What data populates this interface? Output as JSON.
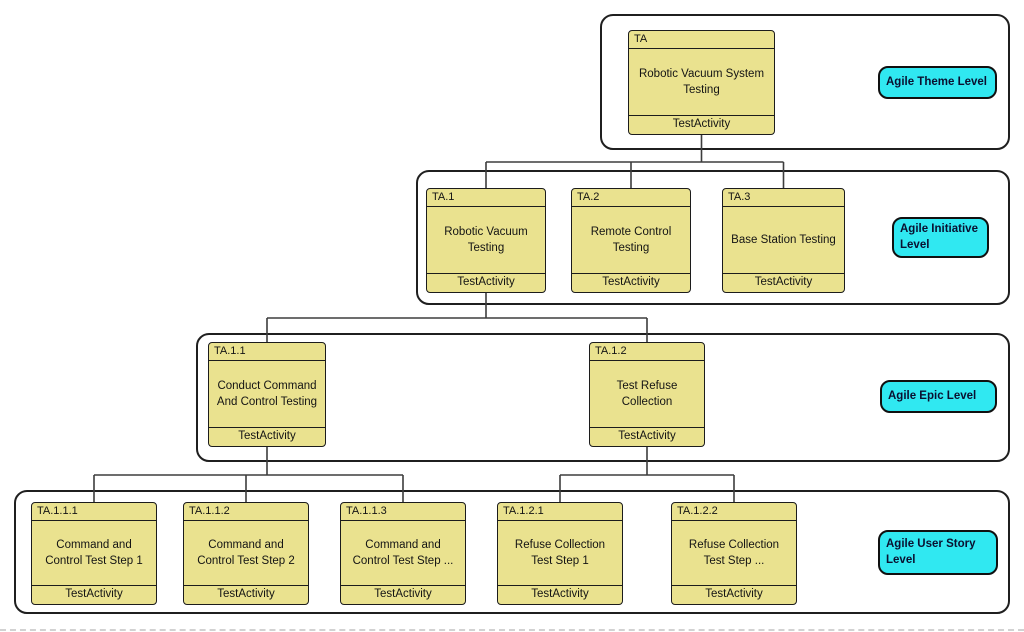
{
  "colors": {
    "node_fill": "#EAE28F",
    "node_border": "#1C1C1C",
    "node_text": "#141414",
    "label_fill": "#30E8F1",
    "label_border": "#101010",
    "label_text": "#0A1030",
    "container_border": "#1F1F1F",
    "connector": "#3D3D3D",
    "background": "#FFFFFF"
  },
  "levels": [
    {
      "label": "Agile Theme Level",
      "boxes": [
        {
          "id": "TA",
          "name": "Robotic Vacuum System Testing",
          "stereotype": "TestActivity"
        }
      ]
    },
    {
      "label": "Agile Initiative Level",
      "boxes": [
        {
          "id": "TA.1",
          "name": "Robotic Vacuum Testing",
          "stereotype": "TestActivity"
        },
        {
          "id": "TA.2",
          "name": "Remote Control Testing",
          "stereotype": "TestActivity"
        },
        {
          "id": "TA.3",
          "name": "Base Station Testing",
          "stereotype": "TestActivity"
        }
      ]
    },
    {
      "label": "Agile Epic Level",
      "boxes": [
        {
          "id": "TA.1.1",
          "name": "Conduct Command And Control Testing",
          "stereotype": "TestActivity"
        },
        {
          "id": "TA.1.2",
          "name": "Test Refuse Collection",
          "stereotype": "TestActivity"
        }
      ]
    },
    {
      "label": "Agile User Story Level",
      "boxes": [
        {
          "id": "TA.1.1.1",
          "name": "Command and Control Test Step 1",
          "stereotype": "TestActivity"
        },
        {
          "id": "TA.1.1.2",
          "name": "Command and Control Test Step 2",
          "stereotype": "TestActivity"
        },
        {
          "id": "TA.1.1.3",
          "name": "Command and Control Test Step ...",
          "stereotype": "TestActivity"
        },
        {
          "id": "TA.1.2.1",
          "name": "Refuse Collection Test Step 1",
          "stereotype": "TestActivity"
        },
        {
          "id": "TA.1.2.2",
          "name": "Refuse Collection Test Step ...",
          "stereotype": "TestActivity"
        }
      ]
    }
  ]
}
